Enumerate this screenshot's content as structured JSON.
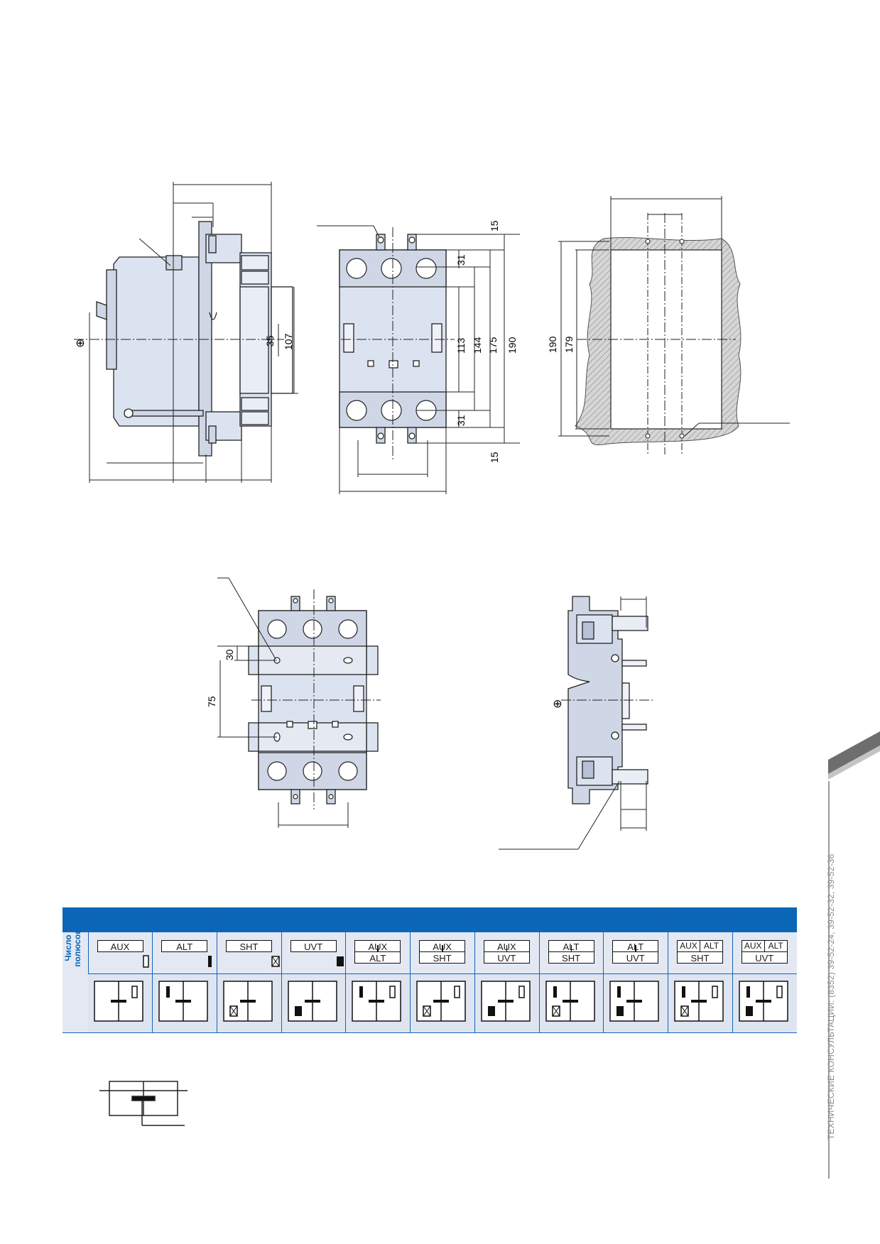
{
  "dims": {
    "d15_top": "15",
    "d31_top": "31",
    "d113": "113",
    "d144": "144",
    "d175": "175",
    "d190": "190",
    "d31_bot": "31",
    "d15_bot": "15",
    "d35": "35",
    "d107": "107",
    "cut_190": "190",
    "cut_179": "179",
    "rail_30": "30",
    "rail_75": "75"
  },
  "table": {
    "poles_label": "Число полюсов",
    "columns": [
      {
        "codes": [
          "AUX"
        ],
        "mark": "aux"
      },
      {
        "codes": [
          "ALT"
        ],
        "mark": "alt"
      },
      {
        "codes": [
          "SHT"
        ],
        "mark": "sht"
      },
      {
        "codes": [
          "UVT"
        ],
        "mark": "uvt"
      },
      {
        "codes": [
          "AUX",
          "ALT"
        ],
        "mark": "aux"
      },
      {
        "codes": [
          "AUX",
          "SHT"
        ],
        "mark": "aux"
      },
      {
        "codes": [
          "AUX",
          "UVT"
        ],
        "mark": "aux"
      },
      {
        "codes": [
          "ALT",
          "SHT"
        ],
        "mark": "alt"
      },
      {
        "codes": [
          "ALT",
          "UVT"
        ],
        "mark": "alt"
      },
      {
        "codes": [
          "AUX|ALT",
          "SHT"
        ],
        "mark": "aux"
      },
      {
        "codes": [
          "AUX|ALT",
          "UVT"
        ],
        "mark": "aux"
      }
    ]
  },
  "sidebar_text": "ТЕХНИЧЕСКИЕ КОНСУЛЬТАЦИИ: (8352) 39-52-24, 39-52-32, 39-52-36",
  "colors": {
    "header_blue": "#0b66b7",
    "body_fill": "#dce3f0",
    "hatch": "#7a7a7a"
  }
}
